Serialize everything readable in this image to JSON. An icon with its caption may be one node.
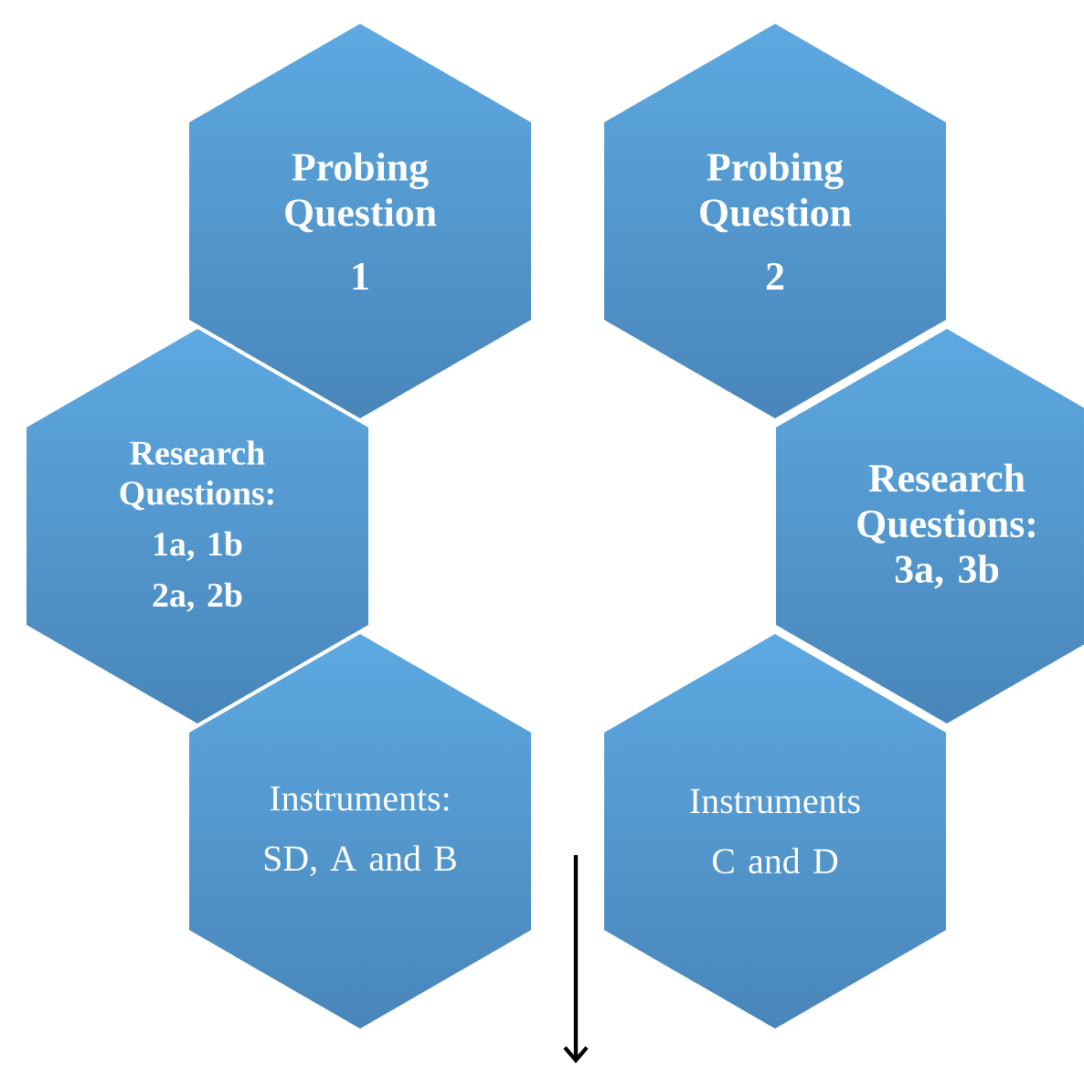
{
  "diagram": {
    "nodes": [
      {
        "text": [
          "Probing Question",
          "1"
        ]
      },
      {
        "text": [
          "Probing Question",
          "2"
        ]
      },
      {
        "text": [
          "Research Questions:",
          "1a, 1b",
          "2a, 2b"
        ]
      },
      {
        "text": [
          "Research Questions:",
          "3a, 3b"
        ]
      },
      {
        "text": [
          "Instruments:",
          "SD, A and B"
        ]
      },
      {
        "text": [
          "Instruments",
          "C and D"
        ]
      }
    ]
  }
}
